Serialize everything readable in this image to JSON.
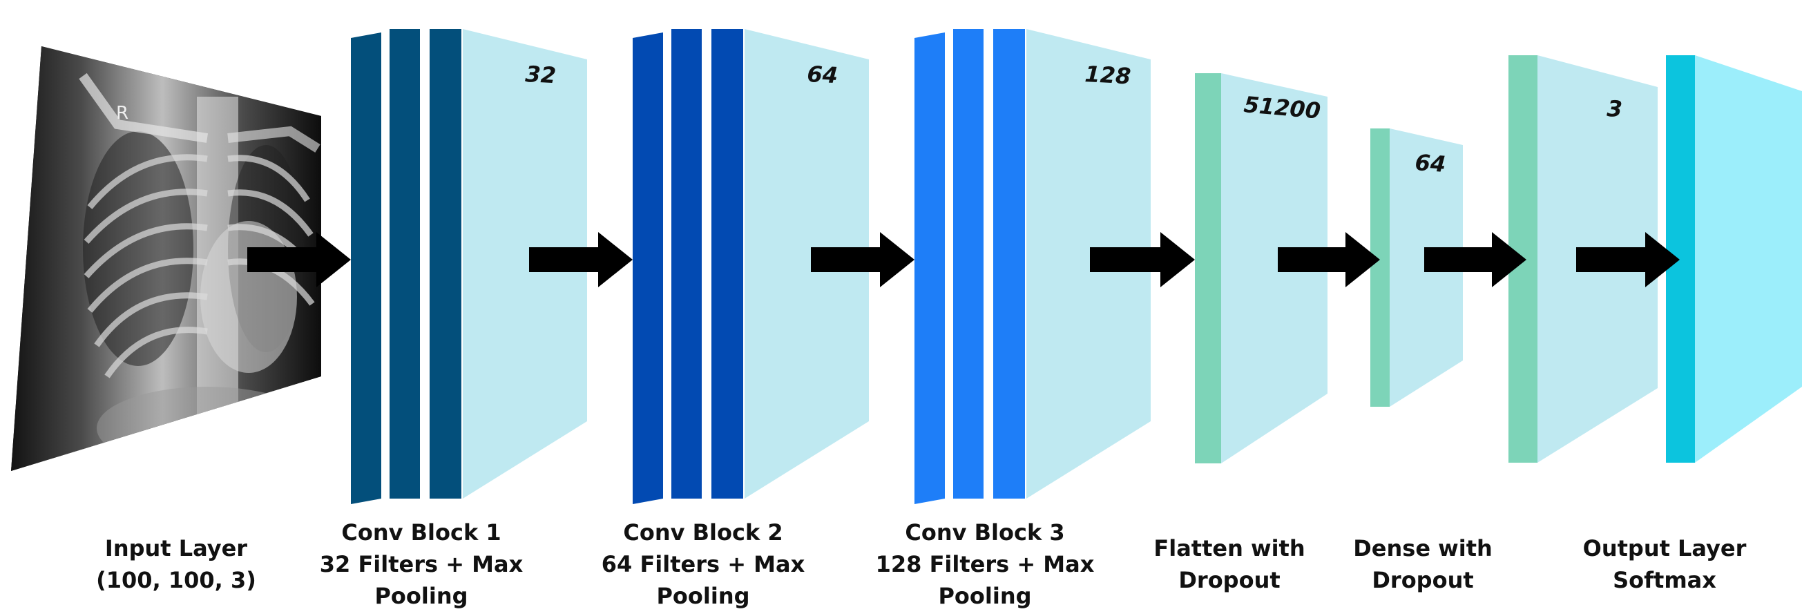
{
  "input": {
    "marker": "R",
    "caption": [
      "Input Layer",
      "(100, 100, 3)"
    ]
  },
  "blocks": [
    {
      "caption": [
        "Conv Block 1",
        "32 Filters + Max",
        "Pooling"
      ],
      "dim": "32",
      "color": "#034f7b"
    },
    {
      "caption": [
        "Conv Block 2",
        "64 Filters + Max",
        "Pooling"
      ],
      "dim": "64",
      "color": "#024ab2"
    },
    {
      "caption": [
        "Conv Block 3",
        "128 Filters + Max",
        "Pooling"
      ],
      "dim": "128",
      "color": "#1e7ef8"
    },
    {
      "caption": [
        "Flatten with",
        "Dropout"
      ],
      "dim": "51200",
      "color": "#7dd4b8"
    },
    {
      "caption": [
        "Dense with",
        "Dropout"
      ],
      "dim": "64",
      "color": "#7dd4b8"
    },
    {
      "caption": [
        "Output Layer",
        "Softmax"
      ],
      "dim": "3",
      "color": "#7dd4b8"
    },
    {
      "caption": [],
      "dim": "",
      "color": "#0cc4de"
    }
  ],
  "colors": {
    "face": "#bfe9f1",
    "output_face": "#9ceefb",
    "arrow": "#000000"
  }
}
